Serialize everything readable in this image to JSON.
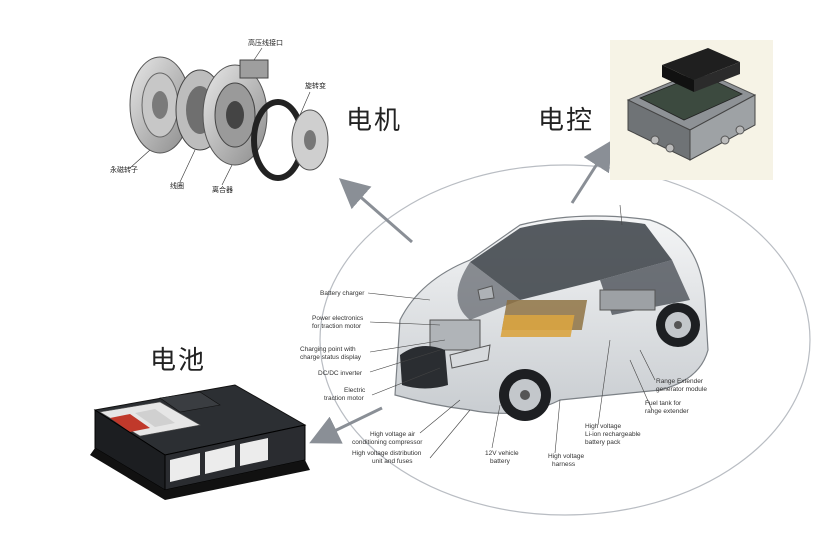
{
  "labels": {
    "motor": "电机",
    "controller": "电控",
    "battery": "电池"
  },
  "motor_parts": {
    "high_voltage_outlet": "高压线接口",
    "resolver": "旋转变",
    "permanent_rotor": "永磁转子",
    "winding": "线圈",
    "clutch": "离合器"
  },
  "car_callouts_left": [
    "Battery charger",
    "Power electronics",
    "for traction motor",
    "Charging point with",
    "charge status display",
    "DC/DC inverter",
    "Electric",
    "traction motor",
    "High voltage air",
    "conditioning compressor",
    "High voltage distribution",
    "unit and fuses"
  ],
  "car_callouts_bottom": [
    "12V vehicle",
    "battery",
    "High voltage",
    "harness",
    "High voltage",
    "Li-ion rechargeable",
    "battery pack"
  ],
  "car_callouts_right": [
    "Range Extender",
    "generator module",
    "Fuel tank for",
    "range extender"
  ],
  "colors": {
    "arrow": "#8a8f96",
    "ellipse": "#b9bdc3",
    "car_body": "#e6e8ea",
    "battery_dark": "#2c2f33"
  }
}
